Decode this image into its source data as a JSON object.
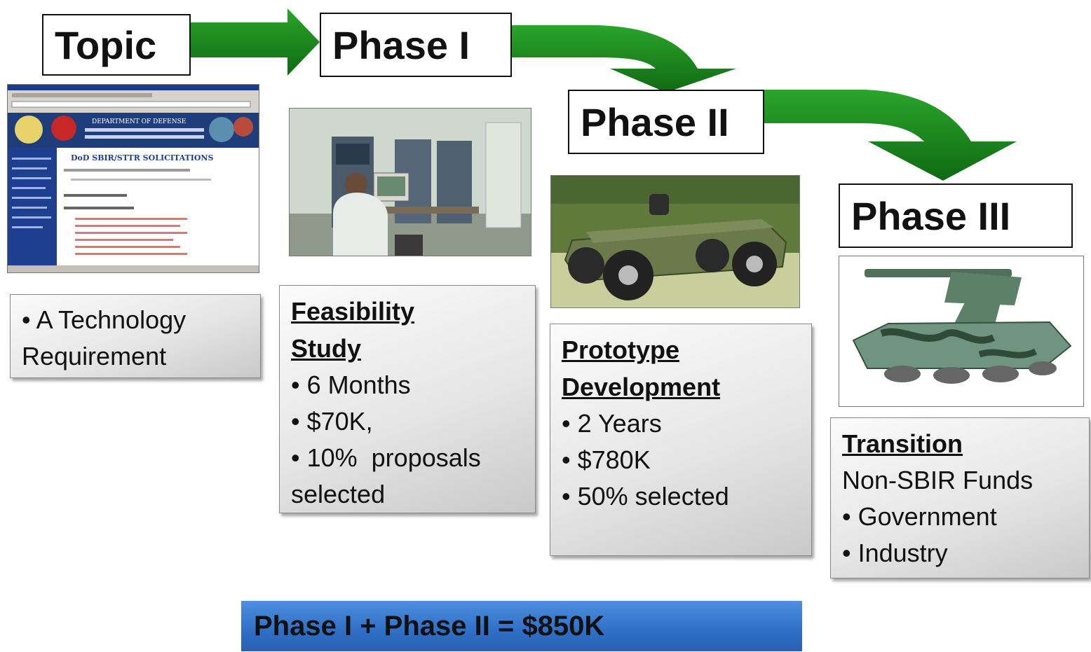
{
  "titles": {
    "topic": "Topic",
    "phase1": "Phase I",
    "phase2": "Phase II",
    "phase3": "Phase III"
  },
  "topic_box": {
    "lines": [
      "• A Technology",
      "Requirement"
    ]
  },
  "phase1_box": {
    "header": [
      "Feasibility",
      "Study"
    ],
    "bullets": [
      "• 6 Months",
      "• $70K,",
      "• 10%  proposals",
      "selected"
    ]
  },
  "phase2_box": {
    "header": [
      "Prototype",
      "Development"
    ],
    "bullets": [
      "• 2 Years",
      "• $780K",
      "• 50% selected"
    ]
  },
  "phase3_box": {
    "header": "Transition",
    "subheader": "Non-SBIR Funds",
    "bullets": [
      "• Government",
      "• Industry"
    ]
  },
  "web_screenshot": {
    "banner": "DEPARTMENT OF DEFENSE",
    "heading": "DoD SBIR/STTR SOLICITATIONS"
  },
  "summary": "Phase I + Phase II = $850K",
  "colors": {
    "arrow": "#1a8a1a",
    "arrow_dark": "#0f6a12",
    "summary_bar": "#3a78d0"
  },
  "images": {
    "topic": "web-page-screenshot",
    "phase1": "lab-operator-photo",
    "phase2": "robotic-vehicle-photo",
    "phase3": "armored-vehicle-render"
  }
}
